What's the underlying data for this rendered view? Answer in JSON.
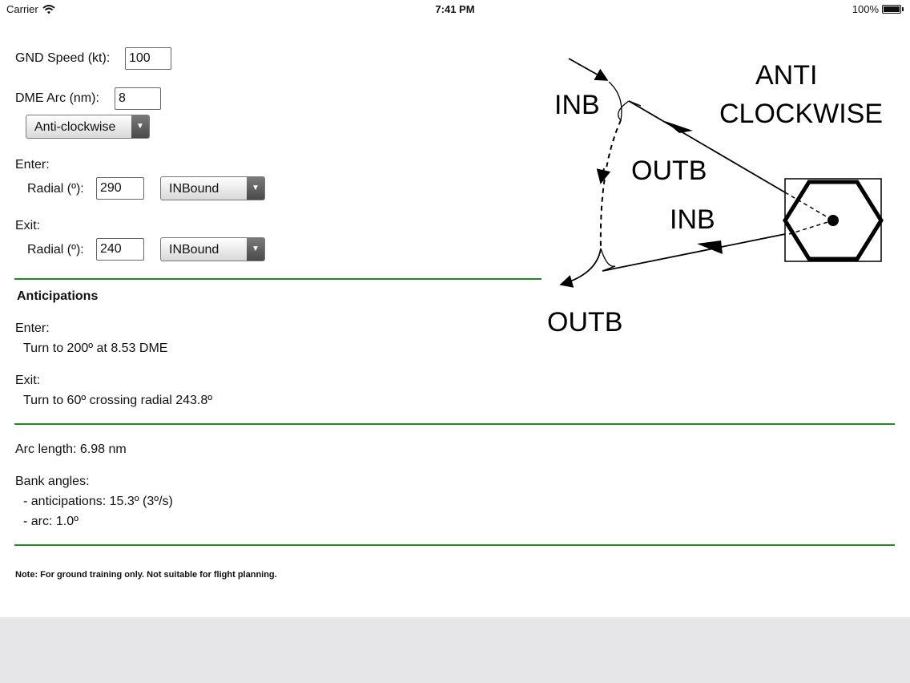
{
  "status": {
    "carrier": "Carrier",
    "time": "7:41 PM",
    "battery": "100%",
    "battery_level": 1.0
  },
  "inputs": {
    "gnd_speed_label": "GND Speed (kt):",
    "gnd_speed_value": "100",
    "dme_arc_label": "DME Arc (nm):",
    "dme_arc_value": "8",
    "direction_selected": "Anti-clockwise",
    "enter_label": "Enter:",
    "enter_radial_label": "Radial (º):",
    "enter_radial_value": "290",
    "enter_bound_selected": "INBound",
    "exit_label": "Exit:",
    "exit_radial_label": "Radial (º):",
    "exit_radial_value": "240",
    "exit_bound_selected": "INBound"
  },
  "diagram": {
    "title_line1": "ANTI",
    "title_line2": "CLOCKWISE",
    "inb_top": "INB",
    "outb_middle": "OUTB",
    "inb_middle": "INB",
    "outb_bottom": "OUTB"
  },
  "anticipations": {
    "heading": "Anticipations",
    "enter_label": "Enter:",
    "enter_text": "Turn to 200º at 8.53 DME",
    "exit_label": "Exit:",
    "exit_text": "Turn to 60º crossing radial 243.8º"
  },
  "results": {
    "arc_length": "Arc length: 6.98 nm",
    "bank_angles_label": "Bank angles:",
    "bank_anticipations": "- anticipations: 15.3º (3º/s)",
    "bank_arc": "- arc: 1.0º"
  },
  "note": "Note: For ground training only. Not suitable for flight planning."
}
